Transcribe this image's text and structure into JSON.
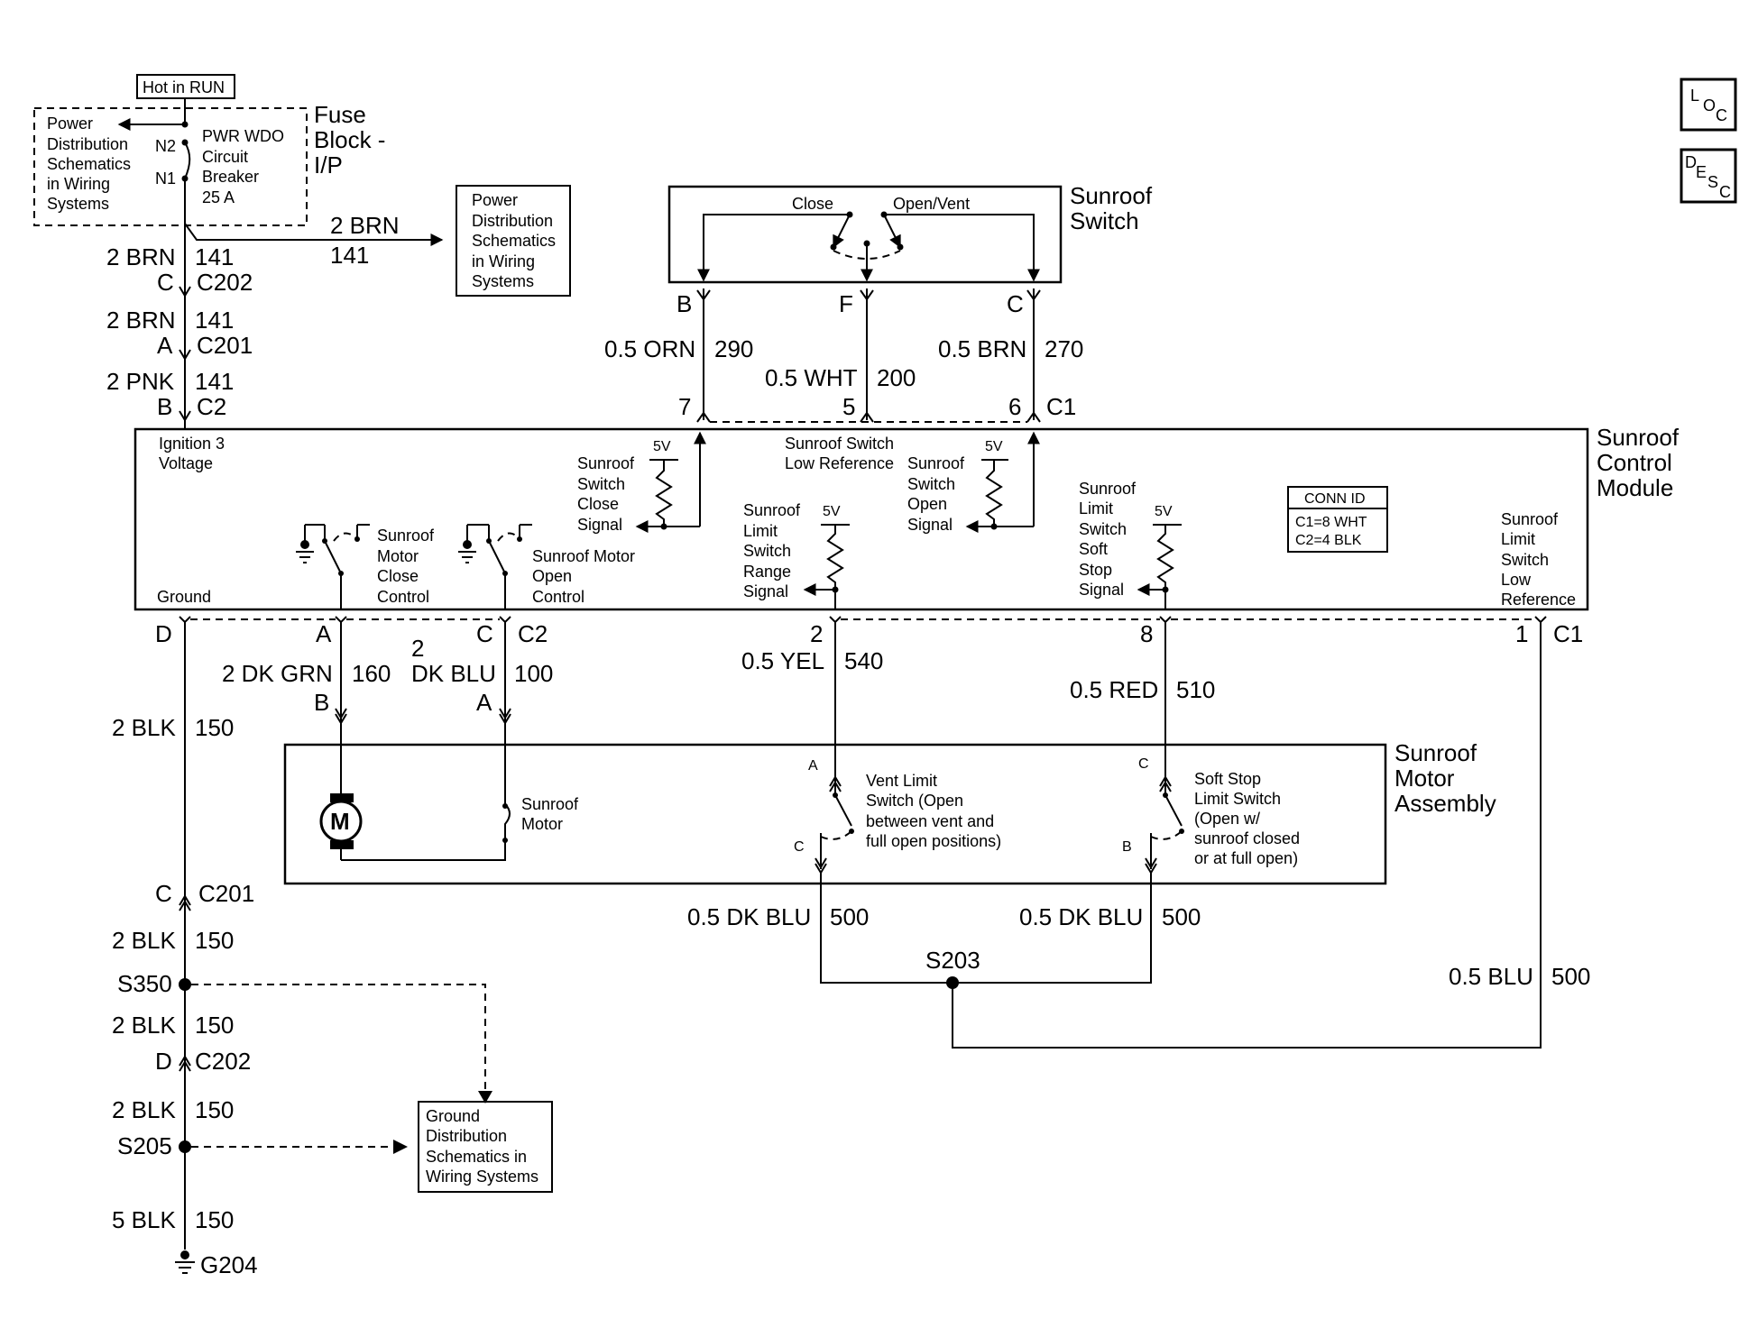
{
  "labels": {
    "hot_in_run": "Hot in RUN",
    "fuse_block": [
      "Fuse",
      "Block -",
      "I/P"
    ],
    "power_dist_left": [
      "Power",
      "Distribution",
      "Schematics",
      "in Wiring",
      "Systems"
    ],
    "n2": "N2",
    "n1": "N1",
    "breaker": [
      "PWR WDO",
      "Circuit",
      "Breaker",
      "25 A"
    ],
    "power_dist_mid": [
      "Power",
      "Distribution",
      "Schematics",
      "in Wiring",
      "Systems"
    ],
    "loc_icon": [
      "L",
      "O",
      "C"
    ],
    "desc_icon": [
      "D",
      "E",
      "S",
      "C"
    ],
    "sunroof_switch_title": [
      "Sunroof",
      "Switch"
    ],
    "close": "Close",
    "open_vent": "Open/Vent",
    "scm_title": [
      "Sunroof",
      "Control",
      "Module"
    ],
    "ignition": [
      "Ignition 3",
      "Voltage"
    ],
    "ground": "Ground",
    "sw_close_signal": [
      "Sunroof",
      "Switch",
      "Close",
      "Signal"
    ],
    "sw_low_ref": [
      "Sunroof Switch",
      "Low Reference"
    ],
    "sw_open_signal": [
      "Sunroof",
      "Switch",
      "Open",
      "Signal"
    ],
    "five_v": "5V",
    "motor_close_ctrl": [
      "Sunroof",
      "Motor",
      "Close",
      "Control"
    ],
    "motor_open_ctrl": [
      "Sunroof  Motor",
      "Open",
      "Control"
    ],
    "limit_range": [
      "Sunroof",
      "Limit",
      "Switch",
      "Range",
      "Signal"
    ],
    "limit_soft_stop": [
      "Sunroof",
      "Limit",
      "Switch",
      "Soft",
      "Stop",
      "Signal"
    ],
    "limit_low_ref": [
      "Sunroof",
      "Limit",
      "Switch",
      "Low",
      "Reference"
    ],
    "conn_id": [
      "CONN ID",
      "C1=8 WHT",
      "C2=4 BLK"
    ],
    "motor_assembly": [
      "Sunroof",
      "Motor",
      "Assembly"
    ],
    "motor_letter": "M",
    "sunroof_motor": [
      "Sunroof",
      "Motor"
    ],
    "vent_limit": [
      "Vent Limit",
      "Switch (Open",
      "between vent and",
      "full open positions)"
    ],
    "soft_stop_limit": [
      "Soft Stop",
      "Limit Switch",
      "(Open w/",
      "sunroof closed",
      "or at full open)"
    ],
    "ground_dist": [
      "Ground",
      "Distribution",
      "Schematics in",
      "Wiring Systems"
    ]
  },
  "wires": {
    "w2brn": "2 BRN",
    "c141": "141",
    "c_pin": "C",
    "c202": "C202",
    "a_pin": "A",
    "c201": "C201",
    "w2pnk": "2 PNK",
    "b_pin": "B",
    "c2": "C2",
    "sw_b": "B",
    "sw_f": "F",
    "sw_c": "C",
    "w05orn": "0.5 ORN",
    "c290": "290",
    "w05wht": "0.5 WHT",
    "c200": "200",
    "w05brn": "0.5 BRN",
    "c270": "270",
    "pin7": "7",
    "pin5": "5",
    "pin6": "6",
    "c1": "C1",
    "d_pin": "D",
    "pin_a": "A",
    "pin_c": "C",
    "pin2": "2",
    "pin8": "8",
    "pin1": "1",
    "w2dkgrn": "2 DK GRN",
    "c160": "160",
    "w2": "2",
    "wdkblu": "DK BLU",
    "c100": "100",
    "w05yel": "0.5 YEL",
    "c540": "540",
    "w05red": "0.5 RED",
    "c510": "510",
    "w2blk": "2 BLK",
    "c150": "150",
    "mb": "B",
    "ma": "A",
    "va": "A",
    "vc": "C",
    "sc": "C",
    "sb": "B",
    "w05dkblu": "0.5 DK BLU",
    "c500": "500",
    "s203": "S203",
    "w05blu": "0.5 BLU",
    "s350": "S350",
    "s205": "S205",
    "w5blk": "5 BLK",
    "g204": "G204"
  }
}
